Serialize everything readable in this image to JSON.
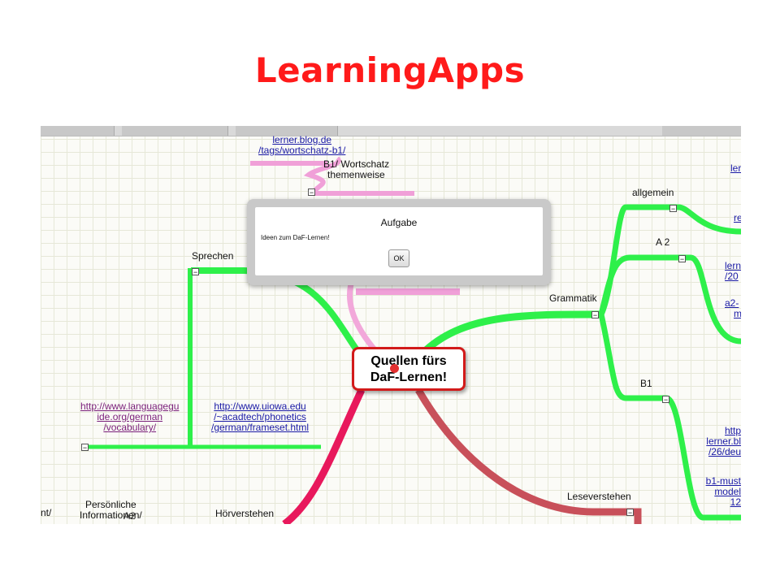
{
  "slide": {
    "title": "LearningApps"
  },
  "colors": {
    "title": "#ff1a1a",
    "grammar_branch": "#2ef04a",
    "speaking_branch": "#2ef04a",
    "vocab_branch": "#f0a0d8",
    "listening_branch": "#e8185c",
    "reading_branch": "#c8505a",
    "central_border": "#d21a1a"
  },
  "mindmap": {
    "central": {
      "line1": "Quellen fürs",
      "line2": "DaF-Lernen!"
    },
    "nodes": {
      "sprechen": "Sprechen",
      "grammatik": "Grammatik",
      "allgemein": "allgemein",
      "a2": "A 2",
      "b1": "B1",
      "b1_wortschatz_1": "B1/ Wortschatz",
      "b1_wortschatz_2": "themenweise",
      "leseverstehen": "Leseverstehen",
      "hoerverstehen": "Hörverstehen",
      "persoenliche_1": "Persönliche",
      "persoenliche_2": "Informationen/",
      "a2_overlap": "A2",
      "left_cut": "nt/"
    },
    "links": {
      "wortschatz_1": "lerner.blog.de",
      "wortschatz_2": "/tags/wortschatz-b1/",
      "languageguide_1": "http://www.languagegu",
      "languageguide_2": "ide.org/german",
      "languageguide_3": "/vocabulary/",
      "uiowa_1": "http://www.uiowa.edu",
      "uiowa_2": "/~acadtech/phonetics",
      "uiowa_3": "/german/frameset.html",
      "right_1": "ler",
      "right_2": "re",
      "right_3": "lern",
      "right_4": "/20",
      "right_5": "a2-",
      "right_6": "m",
      "right_7": "http",
      "right_8": "lerner.bl",
      "right_9": "/26/deu",
      "right_10": "b1-must",
      "right_11": "model",
      "right_12": "12"
    },
    "collapse_symbol": "−"
  },
  "dialog": {
    "title": "Aufgabe",
    "text": "Ideen zum DaF-Lernen!",
    "ok_label": "OK"
  }
}
